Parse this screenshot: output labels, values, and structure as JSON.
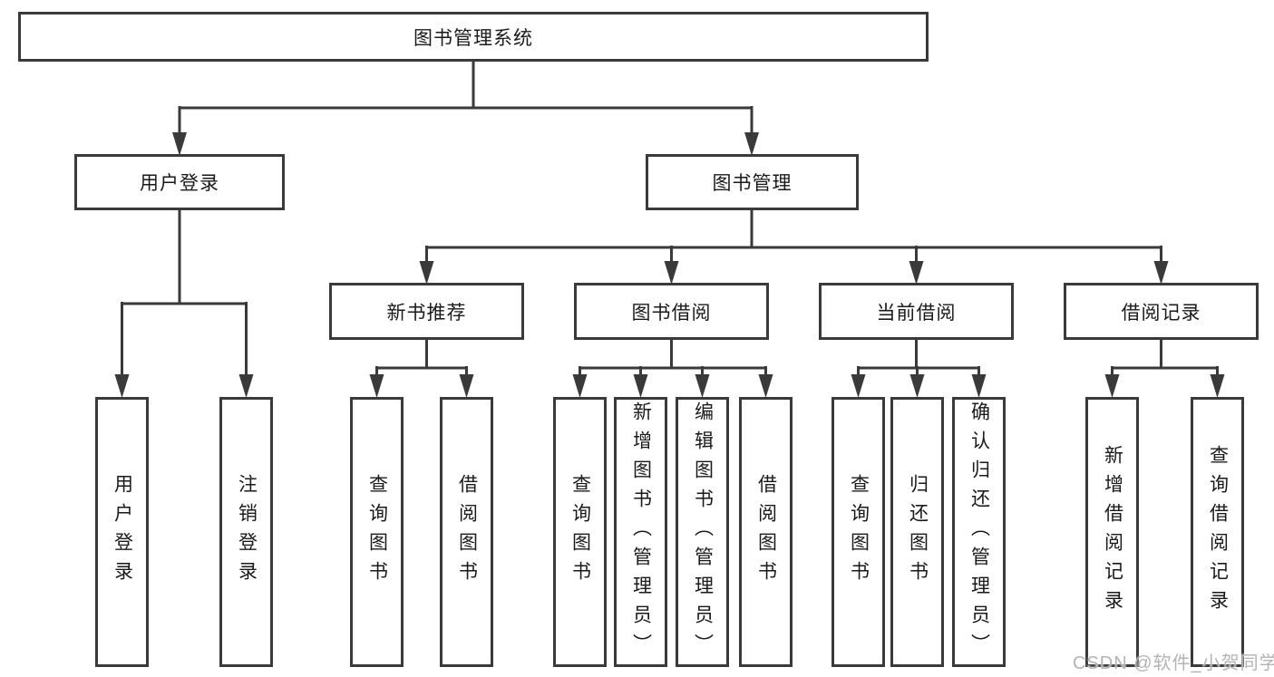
{
  "watermark": "CSDN @软件_小贺同学",
  "colors": {
    "line": "#3a3a3a",
    "box_border": "#3a3a3a",
    "text": "#1a1a1a",
    "background": "#ffffff",
    "watermark": "#b3b3b3"
  },
  "tree": {
    "root": {
      "label": "图书管理系统"
    },
    "level2": [
      {
        "label": "用户登录",
        "parent": "图书管理系统"
      },
      {
        "label": "图书管理",
        "parent": "图书管理系统"
      }
    ],
    "level3": [
      {
        "label": "新书推荐",
        "parent": "图书管理"
      },
      {
        "label": "图书借阅",
        "parent": "图书管理"
      },
      {
        "label": "当前借阅",
        "parent": "图书管理"
      },
      {
        "label": "借阅记录",
        "parent": "图书管理"
      }
    ],
    "leaves": [
      {
        "label": "用户登录",
        "parent": "用户登录"
      },
      {
        "label": "注销登录",
        "parent": "用户登录"
      },
      {
        "label": "查询图书",
        "parent": "新书推荐"
      },
      {
        "label": "借阅图书",
        "parent": "新书推荐"
      },
      {
        "label": "查询图书",
        "parent": "图书借阅"
      },
      {
        "label": "新增图书（管理员）",
        "parent": "图书借阅"
      },
      {
        "label": "编辑图书（管理员）",
        "parent": "图书借阅"
      },
      {
        "label": "借阅图书",
        "parent": "图书借阅"
      },
      {
        "label": "查询图书",
        "parent": "当前借阅"
      },
      {
        "label": "归还图书",
        "parent": "当前借阅"
      },
      {
        "label": "确认归还（管理员）",
        "parent": "当前借阅"
      },
      {
        "label": "新增借阅记录",
        "parent": "借阅记录"
      },
      {
        "label": "查询借阅记录",
        "parent": "借阅记录"
      }
    ]
  }
}
